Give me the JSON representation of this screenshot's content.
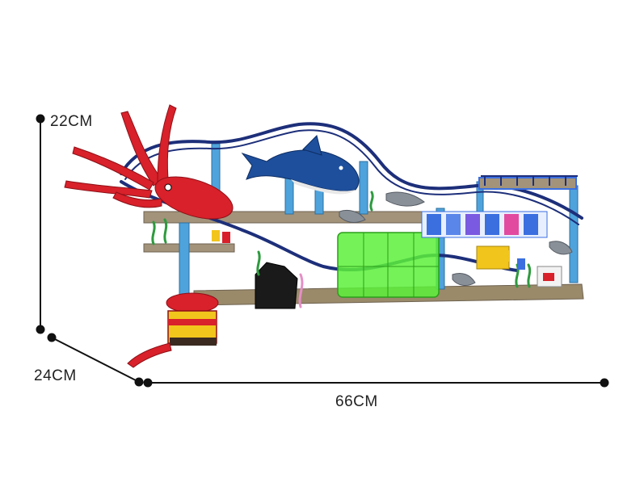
{
  "dimensions": {
    "height_label": "22CM",
    "depth_label": "24CM",
    "width_label": "66CM"
  },
  "colors": {
    "track": "#1d2f7a",
    "pillar": "#4fa3dc",
    "base": "#9a8a6a",
    "squid": "#d8212a",
    "shark": "#1e4f9c",
    "tunnel": "#5cf03a",
    "sign": "#3b6fe0",
    "seaweed": "#2e9a3e",
    "dimension_line": "#111111"
  }
}
